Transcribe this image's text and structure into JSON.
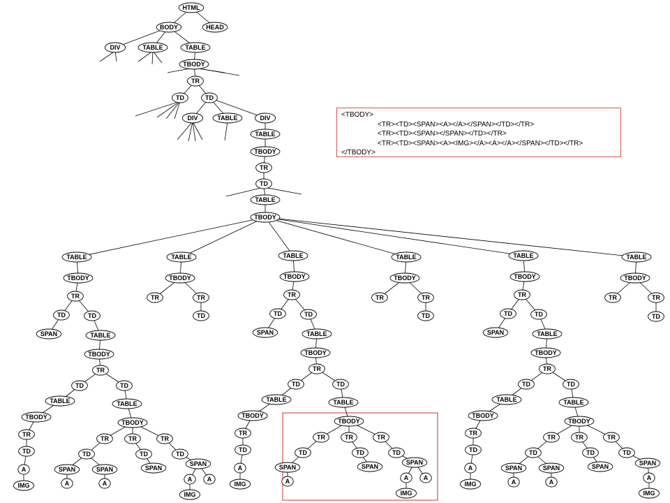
{
  "nodes": [
    {
      "id": "html",
      "t": "HTML"
    },
    {
      "id": "head",
      "t": "HEAD"
    },
    {
      "id": "body",
      "t": "BODY"
    },
    {
      "id": "div1",
      "t": "DIV"
    },
    {
      "id": "table1",
      "t": "TABLE"
    },
    {
      "id": "table2",
      "t": "TABLE"
    },
    {
      "id": "tb1",
      "t": "TBODY"
    },
    {
      "id": "tr1",
      "t": "TR"
    },
    {
      "id": "td1",
      "t": "TD"
    },
    {
      "id": "td2",
      "t": "TD"
    },
    {
      "id": "div2",
      "t": "DIV"
    },
    {
      "id": "table3",
      "t": "TABLE"
    },
    {
      "id": "div3",
      "t": "DIV"
    },
    {
      "id": "table4",
      "t": "TABLE"
    },
    {
      "id": "tb2",
      "t": "TBODY"
    },
    {
      "id": "tr2",
      "t": "TR"
    },
    {
      "id": "td3",
      "t": "TD"
    },
    {
      "id": "table5",
      "t": "TABLE"
    },
    {
      "id": "tb3",
      "t": "TBODY"
    },
    {
      "id": "b1_table",
      "t": "TABLE"
    },
    {
      "id": "b1_tbody",
      "t": "TBODY"
    },
    {
      "id": "b1_tr",
      "t": "TR"
    },
    {
      "id": "b1_td1",
      "t": "TD"
    },
    {
      "id": "b1_span",
      "t": "SPAN"
    },
    {
      "id": "b1_td2",
      "t": "TD"
    },
    {
      "id": "b1_table2",
      "t": "TABLE"
    },
    {
      "id": "b1_tbody2",
      "t": "TBODY"
    },
    {
      "id": "b1_tr2",
      "t": "TR"
    },
    {
      "id": "b1_tdL",
      "t": "TD"
    },
    {
      "id": "b1_tableL",
      "t": "TABLE"
    },
    {
      "id": "b1_tbodyL",
      "t": "TBODY"
    },
    {
      "id": "b1_trL",
      "t": "TR"
    },
    {
      "id": "b1_tdL2",
      "t": "TD"
    },
    {
      "id": "b1_aL",
      "t": "A"
    },
    {
      "id": "b1_imgL",
      "t": "IMG"
    },
    {
      "id": "b1_tdR",
      "t": "TD"
    },
    {
      "id": "b1_tableR",
      "t": "TABLE"
    },
    {
      "id": "b1_tbodyR",
      "t": "TBODY"
    },
    {
      "id": "b1_trA",
      "t": "TR"
    },
    {
      "id": "b1_tdA",
      "t": "TD"
    },
    {
      "id": "b1_spanA1",
      "t": "SPAN"
    },
    {
      "id": "b1_aA1",
      "t": "A"
    },
    {
      "id": "b1_spanA2",
      "t": "SPAN"
    },
    {
      "id": "b1_aA2",
      "t": "A"
    },
    {
      "id": "b1_trB",
      "t": "TR"
    },
    {
      "id": "b1_tdB",
      "t": "TD"
    },
    {
      "id": "b1_spanB",
      "t": "SPAN"
    },
    {
      "id": "b1_trC",
      "t": "TR"
    },
    {
      "id": "b1_tdC",
      "t": "TD"
    },
    {
      "id": "b1_spanC",
      "t": "SPAN"
    },
    {
      "id": "b1_aC1",
      "t": "A"
    },
    {
      "id": "b1_aC2",
      "t": "A"
    },
    {
      "id": "b1_imgC",
      "t": "IMG"
    },
    {
      "id": "b2_table",
      "t": "TABLE"
    },
    {
      "id": "b2_tbody",
      "t": "TBODY"
    },
    {
      "id": "b2_tr1",
      "t": "TR"
    },
    {
      "id": "b2_tr2",
      "t": "TR"
    },
    {
      "id": "b2_td",
      "t": "TD"
    },
    {
      "id": "b3_table",
      "t": "TABLE"
    },
    {
      "id": "b3_tbody",
      "t": "TBODY"
    },
    {
      "id": "b3_tr",
      "t": "TR"
    },
    {
      "id": "b3_td1",
      "t": "TD"
    },
    {
      "id": "b3_span",
      "t": "SPAN"
    },
    {
      "id": "b3_td2",
      "t": "TD"
    },
    {
      "id": "b3_table2",
      "t": "TABLE"
    },
    {
      "id": "b3_tbody2",
      "t": "TBODY"
    },
    {
      "id": "b3_tr2",
      "t": "TR"
    },
    {
      "id": "b3_tdL",
      "t": "TD"
    },
    {
      "id": "b3_tableL",
      "t": "TABLE"
    },
    {
      "id": "b3_tbodyL",
      "t": "TBODY"
    },
    {
      "id": "b3_trL",
      "t": "TR"
    },
    {
      "id": "b3_tdL2",
      "t": "TD"
    },
    {
      "id": "b3_aL",
      "t": "A"
    },
    {
      "id": "b3_imgL",
      "t": "IMG"
    },
    {
      "id": "b3_tdR",
      "t": "TD"
    },
    {
      "id": "b3_tableR",
      "t": "TABLE"
    },
    {
      "id": "b3_tbodyR",
      "t": "TBODY"
    },
    {
      "id": "b3_trA",
      "t": "TR"
    },
    {
      "id": "b3_tdA",
      "t": "TD"
    },
    {
      "id": "b3_spanA",
      "t": "SPAN"
    },
    {
      "id": "b3_aA",
      "t": "A"
    },
    {
      "id": "b3_trB",
      "t": "TR"
    },
    {
      "id": "b3_tdB",
      "t": "TD"
    },
    {
      "id": "b3_spanB",
      "t": "SPAN"
    },
    {
      "id": "b3_trC",
      "t": "TR"
    },
    {
      "id": "b3_tdC",
      "t": "TD"
    },
    {
      "id": "b3_spanC",
      "t": "SPAN"
    },
    {
      "id": "b3_aC1",
      "t": "A"
    },
    {
      "id": "b3_aC2",
      "t": "A"
    },
    {
      "id": "b3_imgC",
      "t": "IMG"
    },
    {
      "id": "b4_table",
      "t": "TABLE"
    },
    {
      "id": "b4_tbody",
      "t": "TBODY"
    },
    {
      "id": "b4_tr1",
      "t": "TR"
    },
    {
      "id": "b4_tr2",
      "t": "TR"
    },
    {
      "id": "b4_td",
      "t": "TD"
    },
    {
      "id": "b5_table",
      "t": "TABLE"
    },
    {
      "id": "b5_tbody",
      "t": "TBODY"
    },
    {
      "id": "b5_tr",
      "t": "TR"
    },
    {
      "id": "b5_td1",
      "t": "TD"
    },
    {
      "id": "b5_span",
      "t": "SPAN"
    },
    {
      "id": "b5_td2",
      "t": "TD"
    },
    {
      "id": "b5_table2",
      "t": "TABLE"
    },
    {
      "id": "b5_tbody2",
      "t": "TBODY"
    },
    {
      "id": "b5_tr2",
      "t": "TR"
    },
    {
      "id": "b5_tdL",
      "t": "TD"
    },
    {
      "id": "b5_tableL",
      "t": "TABLE"
    },
    {
      "id": "b5_tbodyL",
      "t": "TBODY"
    },
    {
      "id": "b5_trL",
      "t": "TR"
    },
    {
      "id": "b5_tdL2",
      "t": "TD"
    },
    {
      "id": "b5_aL",
      "t": "A"
    },
    {
      "id": "b5_imgL",
      "t": "IMG"
    },
    {
      "id": "b5_tdR",
      "t": "TD"
    },
    {
      "id": "b5_tableR",
      "t": "TABLE"
    },
    {
      "id": "b5_tbodyR",
      "t": "TBODY"
    },
    {
      "id": "b5_trA",
      "t": "TR"
    },
    {
      "id": "b5_tdA",
      "t": "TD"
    },
    {
      "id": "b5_spanA1",
      "t": "SPAN"
    },
    {
      "id": "b5_aA1",
      "t": "A"
    },
    {
      "id": "b5_spanA2",
      "t": "SPAN"
    },
    {
      "id": "b5_aA2",
      "t": "A"
    },
    {
      "id": "b5_trB",
      "t": "TR"
    },
    {
      "id": "b5_tdB",
      "t": "TD"
    },
    {
      "id": "b5_spanB",
      "t": "SPAN"
    },
    {
      "id": "b5_trC",
      "t": "TR"
    },
    {
      "id": "b5_tdC",
      "t": "TD"
    },
    {
      "id": "b5_spanC",
      "t": "SPAN"
    },
    {
      "id": "b5_aC",
      "t": "A"
    },
    {
      "id": "b5_imgC",
      "t": "IMG"
    },
    {
      "id": "b6_table",
      "t": "TABLE"
    },
    {
      "id": "b6_tbody",
      "t": "TBODY"
    },
    {
      "id": "b6_tr1",
      "t": "TR"
    },
    {
      "id": "b6_tr2",
      "t": "TR"
    },
    {
      "id": "b6_td",
      "t": "TD"
    }
  ],
  "edges": [
    [
      "html",
      "body"
    ],
    [
      "html",
      "head"
    ],
    [
      "body",
      "div1"
    ],
    [
      "body",
      "table1"
    ],
    [
      "body",
      "table2"
    ],
    [
      "table2",
      "tb1"
    ],
    [
      "tb1",
      "tr1"
    ],
    [
      "tr1",
      "td1"
    ],
    [
      "tr1",
      "td2"
    ],
    [
      "td2",
      "div2"
    ],
    [
      "td2",
      "table3"
    ],
    [
      "td2",
      "div3"
    ],
    [
      "div3",
      "table4"
    ],
    [
      "table4",
      "tb2"
    ],
    [
      "tb2",
      "tr2"
    ],
    [
      "tr2",
      "td3"
    ],
    [
      "td3",
      "table5"
    ],
    [
      "table5",
      "tb3"
    ],
    [
      "tb3",
      "b1_table"
    ],
    [
      "tb3",
      "b2_table"
    ],
    [
      "tb3",
      "b3_table"
    ],
    [
      "tb3",
      "b4_table"
    ],
    [
      "tb3",
      "b5_table"
    ],
    [
      "tb3",
      "b6_table"
    ],
    [
      "b1_table",
      "b1_tbody"
    ],
    [
      "b1_tbody",
      "b1_tr"
    ],
    [
      "b1_tr",
      "b1_td1"
    ],
    [
      "b1_tr",
      "b1_td2"
    ],
    [
      "b1_td1",
      "b1_span"
    ],
    [
      "b1_td2",
      "b1_table2"
    ],
    [
      "b1_table2",
      "b1_tbody2"
    ],
    [
      "b1_tbody2",
      "b1_tr2"
    ],
    [
      "b1_tr2",
      "b1_tdL"
    ],
    [
      "b1_tr2",
      "b1_tdR"
    ],
    [
      "b1_tdL",
      "b1_tableL"
    ],
    [
      "b1_tableL",
      "b1_tbodyL"
    ],
    [
      "b1_tbodyL",
      "b1_trL"
    ],
    [
      "b1_trL",
      "b1_tdL2"
    ],
    [
      "b1_tdL2",
      "b1_aL"
    ],
    [
      "b1_aL",
      "b1_imgL"
    ],
    [
      "b1_tdR",
      "b1_tableR"
    ],
    [
      "b1_tableR",
      "b1_tbodyR"
    ],
    [
      "b1_tbodyR",
      "b1_trA"
    ],
    [
      "b1_tbodyR",
      "b1_trB"
    ],
    [
      "b1_tbodyR",
      "b1_trC"
    ],
    [
      "b1_trA",
      "b1_tdA"
    ],
    [
      "b1_tdA",
      "b1_spanA1"
    ],
    [
      "b1_tdA",
      "b1_spanA2"
    ],
    [
      "b1_spanA1",
      "b1_aA1"
    ],
    [
      "b1_spanA2",
      "b1_aA2"
    ],
    [
      "b1_trB",
      "b1_tdB"
    ],
    [
      "b1_tdB",
      "b1_spanB"
    ],
    [
      "b1_trC",
      "b1_tdC"
    ],
    [
      "b1_tdC",
      "b1_spanC"
    ],
    [
      "b1_spanC",
      "b1_aC1"
    ],
    [
      "b1_spanC",
      "b1_aC2"
    ],
    [
      "b1_aC1",
      "b1_imgC"
    ],
    [
      "b2_table",
      "b2_tbody"
    ],
    [
      "b2_tbody",
      "b2_tr1"
    ],
    [
      "b2_tbody",
      "b2_tr2"
    ],
    [
      "b2_tr2",
      "b2_td"
    ],
    [
      "b3_table",
      "b3_tbody"
    ],
    [
      "b3_tbody",
      "b3_tr"
    ],
    [
      "b3_tr",
      "b3_td1"
    ],
    [
      "b3_tr",
      "b3_td2"
    ],
    [
      "b3_td1",
      "b3_span"
    ],
    [
      "b3_td2",
      "b3_table2"
    ],
    [
      "b3_table2",
      "b3_tbody2"
    ],
    [
      "b3_tbody2",
      "b3_tr2"
    ],
    [
      "b3_tr2",
      "b3_tdL"
    ],
    [
      "b3_tr2",
      "b3_tdR"
    ],
    [
      "b3_tdL",
      "b3_tableL"
    ],
    [
      "b3_tableL",
      "b3_tbodyL"
    ],
    [
      "b3_tbodyL",
      "b3_trL"
    ],
    [
      "b3_trL",
      "b3_tdL2"
    ],
    [
      "b3_tdL2",
      "b3_aL"
    ],
    [
      "b3_aL",
      "b3_imgL"
    ],
    [
      "b3_tdR",
      "b3_tableR"
    ],
    [
      "b3_tableR",
      "b3_tbodyR"
    ],
    [
      "b3_tbodyR",
      "b3_trA"
    ],
    [
      "b3_tbodyR",
      "b3_trB"
    ],
    [
      "b3_tbodyR",
      "b3_trC"
    ],
    [
      "b3_trA",
      "b3_tdA"
    ],
    [
      "b3_tdA",
      "b3_spanA"
    ],
    [
      "b3_spanA",
      "b3_aA"
    ],
    [
      "b3_trB",
      "b3_tdB"
    ],
    [
      "b3_tdB",
      "b3_spanB"
    ],
    [
      "b3_trC",
      "b3_tdC"
    ],
    [
      "b3_tdC",
      "b3_spanC"
    ],
    [
      "b3_spanC",
      "b3_aC1"
    ],
    [
      "b3_spanC",
      "b3_aC2"
    ],
    [
      "b3_aC1",
      "b3_imgC"
    ],
    [
      "b4_table",
      "b4_tbody"
    ],
    [
      "b4_tbody",
      "b4_tr1"
    ],
    [
      "b4_tbody",
      "b4_tr2"
    ],
    [
      "b4_tr2",
      "b4_td"
    ],
    [
      "b5_table",
      "b5_tbody"
    ],
    [
      "b5_tbody",
      "b5_tr"
    ],
    [
      "b5_tr",
      "b5_td1"
    ],
    [
      "b5_tr",
      "b5_td2"
    ],
    [
      "b5_td1",
      "b5_span"
    ],
    [
      "b5_td2",
      "b5_table2"
    ],
    [
      "b5_table2",
      "b5_tbody2"
    ],
    [
      "b5_tbody2",
      "b5_tr2"
    ],
    [
      "b5_tr2",
      "b5_tdL"
    ],
    [
      "b5_tr2",
      "b5_tdR"
    ],
    [
      "b5_tdL",
      "b5_tableL"
    ],
    [
      "b5_tableL",
      "b5_tbodyL"
    ],
    [
      "b5_tbodyL",
      "b5_trL"
    ],
    [
      "b5_trL",
      "b5_tdL2"
    ],
    [
      "b5_tdL2",
      "b5_aL"
    ],
    [
      "b5_aL",
      "b5_imgL"
    ],
    [
      "b5_tdR",
      "b5_tableR"
    ],
    [
      "b5_tableR",
      "b5_tbodyR"
    ],
    [
      "b5_tbodyR",
      "b5_trA"
    ],
    [
      "b5_tbodyR",
      "b5_trB"
    ],
    [
      "b5_tbodyR",
      "b5_trC"
    ],
    [
      "b5_trA",
      "b5_tdA"
    ],
    [
      "b5_tdA",
      "b5_spanA1"
    ],
    [
      "b5_tdA",
      "b5_spanA2"
    ],
    [
      "b5_spanA1",
      "b5_aA1"
    ],
    [
      "b5_spanA2",
      "b5_aA2"
    ],
    [
      "b5_trB",
      "b5_tdB"
    ],
    [
      "b5_tdB",
      "b5_spanB"
    ],
    [
      "b5_trC",
      "b5_tdC"
    ],
    [
      "b5_tdC",
      "b5_spanC"
    ],
    [
      "b5_spanC",
      "b5_aC"
    ],
    [
      "b5_aC",
      "b5_imgC"
    ],
    [
      "b6_table",
      "b6_tbody"
    ],
    [
      "b6_tbody",
      "b6_tr1"
    ],
    [
      "b6_tbody",
      "b6_tr2"
    ],
    [
      "b6_tr2",
      "b6_td"
    ]
  ],
  "code_box": {
    "lines": [
      "<TBODY>",
      "<TR><TD><SPAN><A></A></SPAN></TD></TR>",
      "<TR><TD><SPAN></SPAN></TD></TR>",
      "<TR><TD><SPAN><A><IMG></A><A></A></SPAN></TD></TR>",
      "</TBODY>"
    ]
  },
  "colors": {
    "highlight": "#d9534f",
    "ink": "#000000"
  }
}
